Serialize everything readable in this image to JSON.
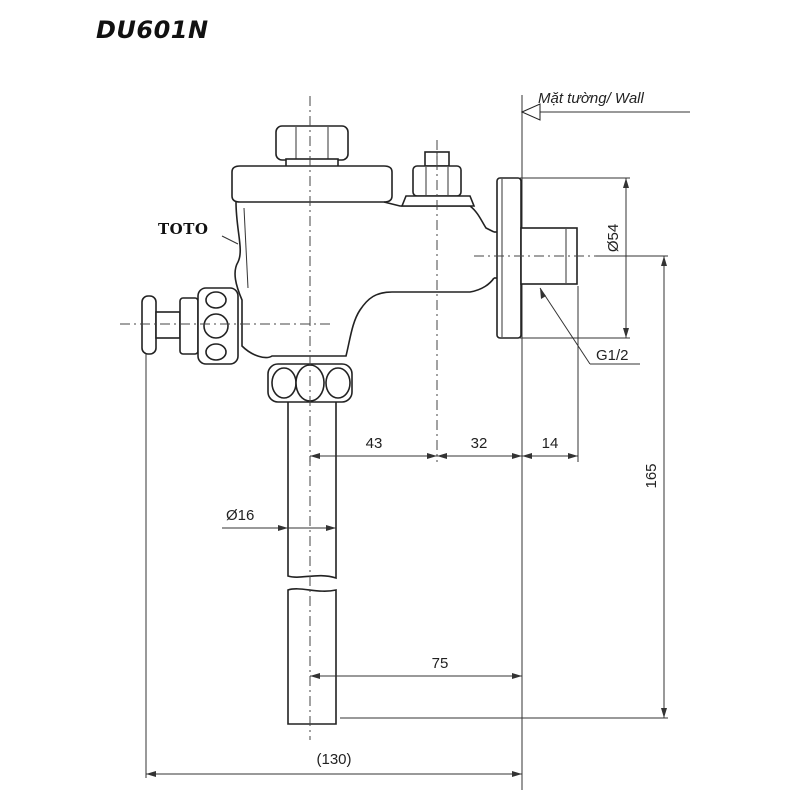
{
  "model": "DU601N",
  "brand": "TOTO",
  "wall_label": "Mặt tường/ Wall",
  "thread_label": "G1/2",
  "dimensions": {
    "pipe_diameter": "Ø16",
    "inlet_diameter": "Ø54",
    "d43": "43",
    "d32": "32",
    "d14": "14",
    "d75": "75",
    "d165": "165",
    "d130": "(130)"
  }
}
